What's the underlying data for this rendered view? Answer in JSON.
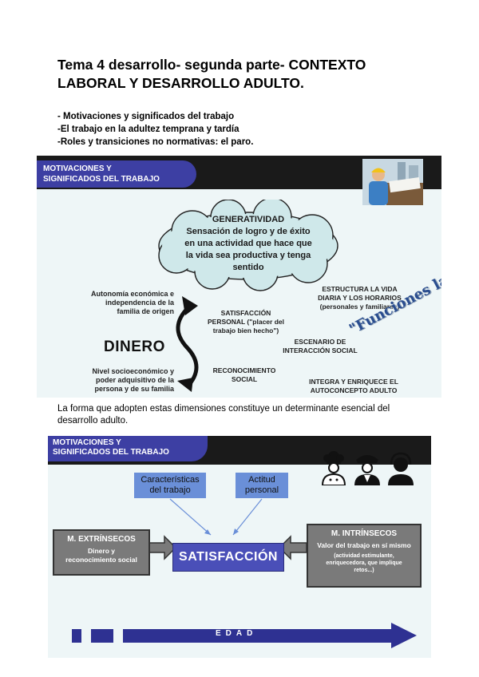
{
  "title": {
    "line1": "Tema 4 desarrollo- segunda parte- CONTEXTO",
    "line2": "LABORAL Y DESARROLLO ADULTO."
  },
  "bullets": [
    "- Motivaciones y significados del trabajo",
    "-El trabajo en la adultez temprana y tardía",
    "-Roles y transiciones no normativas: el paro."
  ],
  "slide1": {
    "header_line1": "MOTIVACIONES Y",
    "header_line2": "SIGNIFICADOS DEL TRABAJO",
    "cloud": {
      "heading": "GENERATIVIDAD",
      "line1": "Sensación de logro y de éxito",
      "line2": "en una actividad que hace que",
      "line3": "la vida sea productiva y tenga",
      "line4": "sentido"
    },
    "autonomia": [
      "Autonomía económica e",
      "independencia de la",
      "familia de origen"
    ],
    "dinero": "DINERO",
    "nivel": [
      "Nivel socioeconómico y",
      "poder adquisitivo de la",
      "persona y de su familia"
    ],
    "satisfaccion": [
      "SATISFACCIÓN",
      "PERSONAL (\"placer del",
      "trabajo bien hecho\")"
    ],
    "reconocimiento": [
      "RECONOCIMIENTO",
      "SOCIAL"
    ],
    "estructura": [
      "ESTRUCTURA LA VIDA",
      "DIARIA Y LOS HORARIOS",
      "(personales y familiares)"
    ],
    "escenario": [
      "ESCENARIO DE",
      "INTERACCIÓN SOCIAL"
    ],
    "integra": [
      "INTEGRA Y ENRIQUECE EL",
      "AUTOCONCEPTO ADULTO"
    ],
    "funciones": "\"Funciones latentes\""
  },
  "caption": "La forma que adopten estas dimensiones constituye un determinante esencial del desarrollo adulto.",
  "slide2": {
    "header_line1": "MOTIVACIONES Y",
    "header_line2": "SIGNIFICADOS DEL TRABAJO",
    "caracteristicas": [
      "Características",
      "del trabajo"
    ],
    "actitud": [
      "Actitud",
      "personal"
    ],
    "satisfaccion": "SATISFACCIÓN",
    "extrinsecos": {
      "heading": "M. EXTRÍNSECOS",
      "body": [
        "Dinero y",
        "reconocimiento social"
      ]
    },
    "intrinsecos": {
      "heading": "M. INTRÍNSECOS",
      "body": "Valor del trabajo en sí mismo",
      "small": [
        "(actividad estimulante,",
        "enriquecedora, que implique",
        "retos...)"
      ]
    },
    "edad": "EDAD"
  },
  "colors": {
    "slide_bg": "#eef6f7",
    "header_blue": "#3d3fa3",
    "box_blue": "#6a8fd8",
    "satisfaccion_blue": "#4a4fb8",
    "arrow_navy": "#2e3192",
    "grey_box": "#7a7a7a"
  }
}
